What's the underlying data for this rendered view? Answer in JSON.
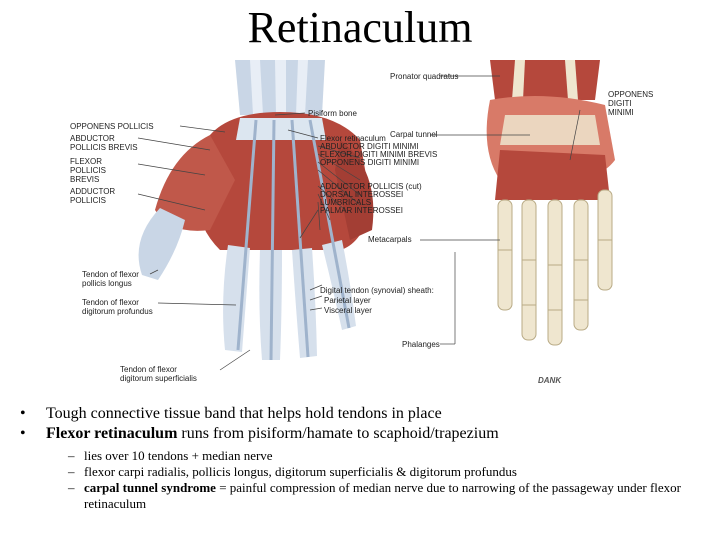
{
  "title": "Retinaculum",
  "left_hand_labels": {
    "opponens_pollicis": "OPPONENS POLLICIS",
    "abductor_pollicis_brevis_1": "ABDUCTOR",
    "abductor_pollicis_brevis_2": "POLLICIS BREVIS",
    "flexor_pollicis_brevis_1": "FLEXOR",
    "flexor_pollicis_brevis_2": "POLLICIS",
    "flexor_pollicis_brevis_3": "BREVIS",
    "adductor_pollicis_1": "ADDUCTOR",
    "adductor_pollicis_2": "POLLICIS",
    "tendon_fpl_1": "Tendon of flexor",
    "tendon_fpl_2": "pollicis longus",
    "tendon_fdp_1": "Tendon of flexor",
    "tendon_fdp_2": "digitorum profundus",
    "tendon_fds_1": "Tendon of flexor",
    "tendon_fds_2": "digitorum superficialis",
    "pisiform": "Pisiform bone",
    "flexor_retinaculum": "Flexor retinaculum",
    "abductor_digiti_minimi": "ABDUCTOR DIGITI MINIMI",
    "flexor_digiti_minimi": "FLEXOR DIGITI MINIMI BREVIS",
    "opponens_digiti_minimi": "OPPONENS DIGITI MINIMI",
    "adductor_pollicis_cut": "ADDUCTOR POLLICIS (cut)",
    "dorsal_interossei": "DORSAL INTEROSSEI",
    "lumbricals": "LUMBRICALS",
    "palmar_interossei": "PALMAR INTEROSSEI",
    "digital_tendon_sheath": "Digital tendon (synovial) sheath:",
    "parietal_layer": "Parietal layer",
    "visceral_layer": "Visceral layer"
  },
  "right_hand_labels": {
    "pronator_quadratus": "Pronator quadratus",
    "opponens_digiti_minimi_1": "OPPONENS",
    "opponens_digiti_minimi_2": "DIGITI",
    "opponens_digiti_minimi_3": "MINIMI",
    "carpal_tunnel": "Carpal tunnel",
    "metacarpals": "Metacarpals",
    "phalanges": "Phalanges"
  },
  "signature": "DANK",
  "bullets": [
    {
      "text": "Tough connective tissue band that helps hold tendons in place"
    },
    {
      "bold": "Flexor retinaculum",
      "text": " runs from pisiform/hamate to scaphoid/trapezium"
    }
  ],
  "sub_bullets": [
    {
      "text": "lies over 10 tendons + median nerve"
    },
    {
      "text": "flexor carpi radialis, pollicis longus, digitorum superficialis & digitorum profundus"
    },
    {
      "bold": "carpal tunnel syndrome",
      "text": " = painful compression of median nerve due to narrowing of the passageway under flexor retinaculum"
    }
  ],
  "bullet_symbol": "•",
  "dash_symbol": "–",
  "colors": {
    "muscle": "#b5483c",
    "muscle_light": "#d87a68",
    "tendon": "#d8e2ee",
    "tendon_shadow": "#9fb3cc",
    "bone": "#efe6cf",
    "bone_shadow": "#b9ab86"
  }
}
